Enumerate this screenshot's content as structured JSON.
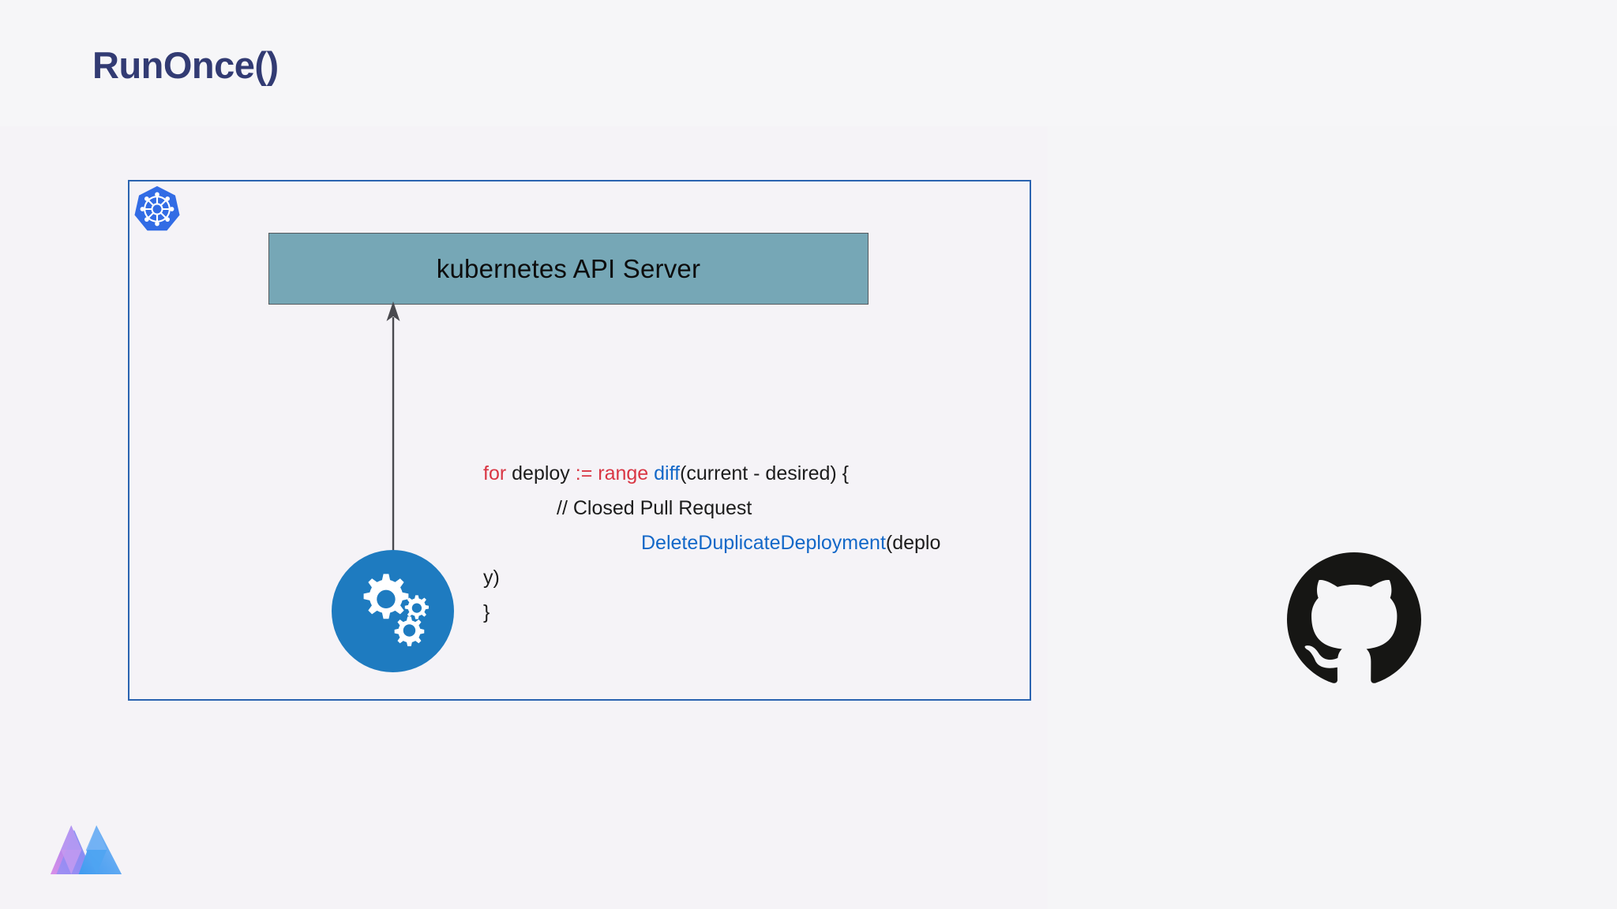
{
  "slide": {
    "title": "RunOnce()",
    "title_color": "#323b73",
    "background_color": "#f5f3f7"
  },
  "cluster": {
    "name": "kubernetes-cluster-boundary",
    "border_color": "#2a63b0",
    "logo_icon": "kubernetes-icon",
    "logo_color": "#326ce5"
  },
  "api_server": {
    "label": "kubernetes API Server",
    "fill_color": "#76a7b6",
    "border_color": "#555a5e",
    "text_color": "#0d0d0d"
  },
  "controller": {
    "icon": "gears-icon",
    "circle_color": "#1e7bc0",
    "gear_color": "#ffffff"
  },
  "arrow": {
    "direction": "up",
    "from": "controller",
    "to": "api_server",
    "color": "#4a4a4f"
  },
  "code": {
    "language": "go",
    "colors": {
      "keyword": "#d93644",
      "function": "#1368c8",
      "text": "#1c1c1c"
    },
    "lines": [
      {
        "indent": 0,
        "tokens": [
          {
            "t": "for",
            "k": "kw"
          },
          {
            "t": " deploy ",
            "k": "txt"
          },
          {
            "t": ":=",
            "k": "op"
          },
          {
            "t": " ",
            "k": "txt"
          },
          {
            "t": "range",
            "k": "kw"
          },
          {
            "t": " ",
            "k": "txt"
          },
          {
            "t": "diff",
            "k": "fn"
          },
          {
            "t": "(current - desired) {",
            "k": "txt"
          }
        ]
      },
      {
        "indent": 1,
        "tokens": [
          {
            "t": "// Closed Pull Request",
            "k": "cmt"
          }
        ]
      },
      {
        "indent": 2,
        "tokens": [
          {
            "t": "DeleteDuplicateDeployment",
            "k": "fn"
          },
          {
            "t": "(deplo",
            "k": "txt"
          }
        ]
      },
      {
        "indent": 0,
        "tokens": [
          {
            "t": "y)",
            "k": "txt"
          }
        ]
      },
      {
        "indent": 0,
        "tokens": [
          {
            "t": "}",
            "k": "txt"
          }
        ]
      }
    ]
  },
  "github": {
    "icon": "github-octocat-icon",
    "color": "#161614"
  },
  "brand": {
    "icon": "brand-m-logo-icon",
    "gradient_from": "#c77fe0",
    "gradient_to": "#2b8fe8"
  }
}
